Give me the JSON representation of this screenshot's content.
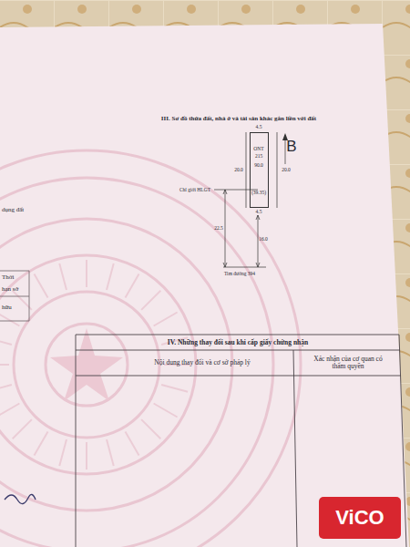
{
  "diagram": {
    "nodes": [
      {
        "text": [
          "ONT",
          "215",
          "90.0",
          "(39.35)"
        ]
      },
      {
        "text": [
          "ViCO"
        ]
      }
    ],
    "labels": [
      "III. Sơ đồ thửa đất, nhà ở và tài sản khác gắn liền với đất",
      "4.5",
      "20.0",
      "20.0",
      "B",
      "Chỉ giới HLGT",
      "4.5",
      "22.5",
      "16.0",
      "Tim đường 394",
      "dụng đất",
      "Thời",
      "hạn sở",
      "hữu",
      "IV. Những thay đổi sau khi cấp giấy chứng nhận",
      "Nội dung thay đổi và cơ sở pháp lý",
      "Xác nhận của cơ quan có thẩm quyền"
    ]
  }
}
